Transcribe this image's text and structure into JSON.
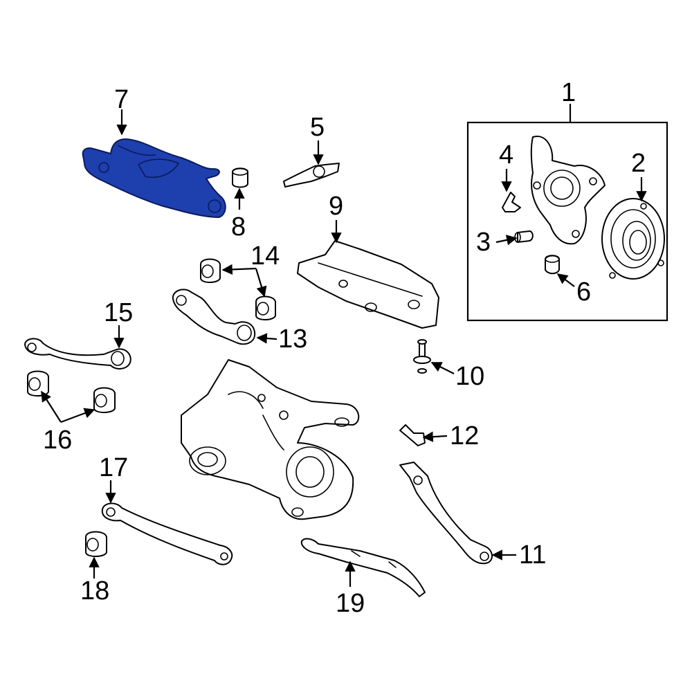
{
  "callouts": [
    "1",
    "2",
    "3",
    "4",
    "5",
    "6",
    "7",
    "8",
    "9",
    "10",
    "11",
    "12",
    "13",
    "14",
    "15",
    "16",
    "17",
    "18",
    "19"
  ],
  "highlighted_part": "7",
  "colors": {
    "highlight": "#1e3fae",
    "line": "#000000",
    "background": "#ffffff"
  }
}
